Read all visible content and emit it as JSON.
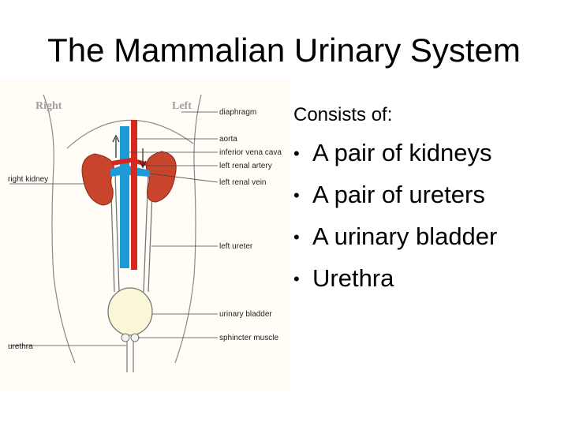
{
  "slide": {
    "title": "The Mammalian Urinary System"
  },
  "diagram": {
    "side_labels": {
      "right": "Right",
      "left": "Left"
    },
    "labels": {
      "diaphragm": "diaphragm",
      "aorta": "aorta",
      "inferior_vena_cava": "inferior vena cava",
      "left_renal_artery": "left renal artery",
      "left_renal_vein": "left renal vein",
      "right_kidney": "right kidney",
      "left_ureter": "left ureter",
      "urinary_bladder": "urinary bladder",
      "sphincter_muscle": "sphincter muscle",
      "urethra": "urethra"
    },
    "colors": {
      "artery": "#d6281e",
      "vein": "#1e9ad6",
      "kidney": "#c9442c",
      "bladder": "#fbf6d8"
    }
  },
  "content": {
    "intro": "Consists of:",
    "items": [
      "A pair of kidneys",
      "A pair of ureters",
      "A urinary bladder",
      "Urethra"
    ],
    "bullet": "•"
  }
}
